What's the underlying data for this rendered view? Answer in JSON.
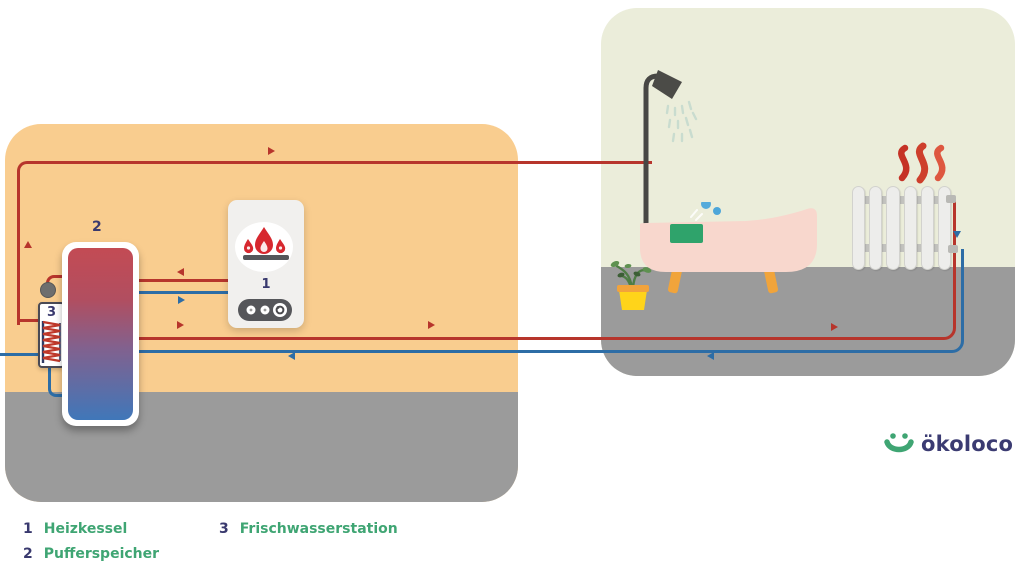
{
  "diagram": {
    "boiler_label": "1",
    "tank_label": "2",
    "station_label": "3"
  },
  "legend": {
    "items": [
      {
        "num": "1",
        "label": "Heizkessel"
      },
      {
        "num": "2",
        "label": "Pufferspeicher"
      },
      {
        "num": "3",
        "label": "Frischwasserstation"
      }
    ]
  },
  "logo": {
    "text": "ökoloco"
  },
  "colors": {
    "pipe_hot": "#B7352C",
    "pipe_cold": "#2D6DA6",
    "panel_boiler_room": "#F9CD8F",
    "panel_bathroom": "#EBEDDA",
    "floor": "#9B9B9B",
    "legend_green": "#3FA573",
    "label_navy": "#39396E",
    "tank_gradient_top": "#C34B54",
    "tank_gradient_bottom": "#4077B9"
  }
}
